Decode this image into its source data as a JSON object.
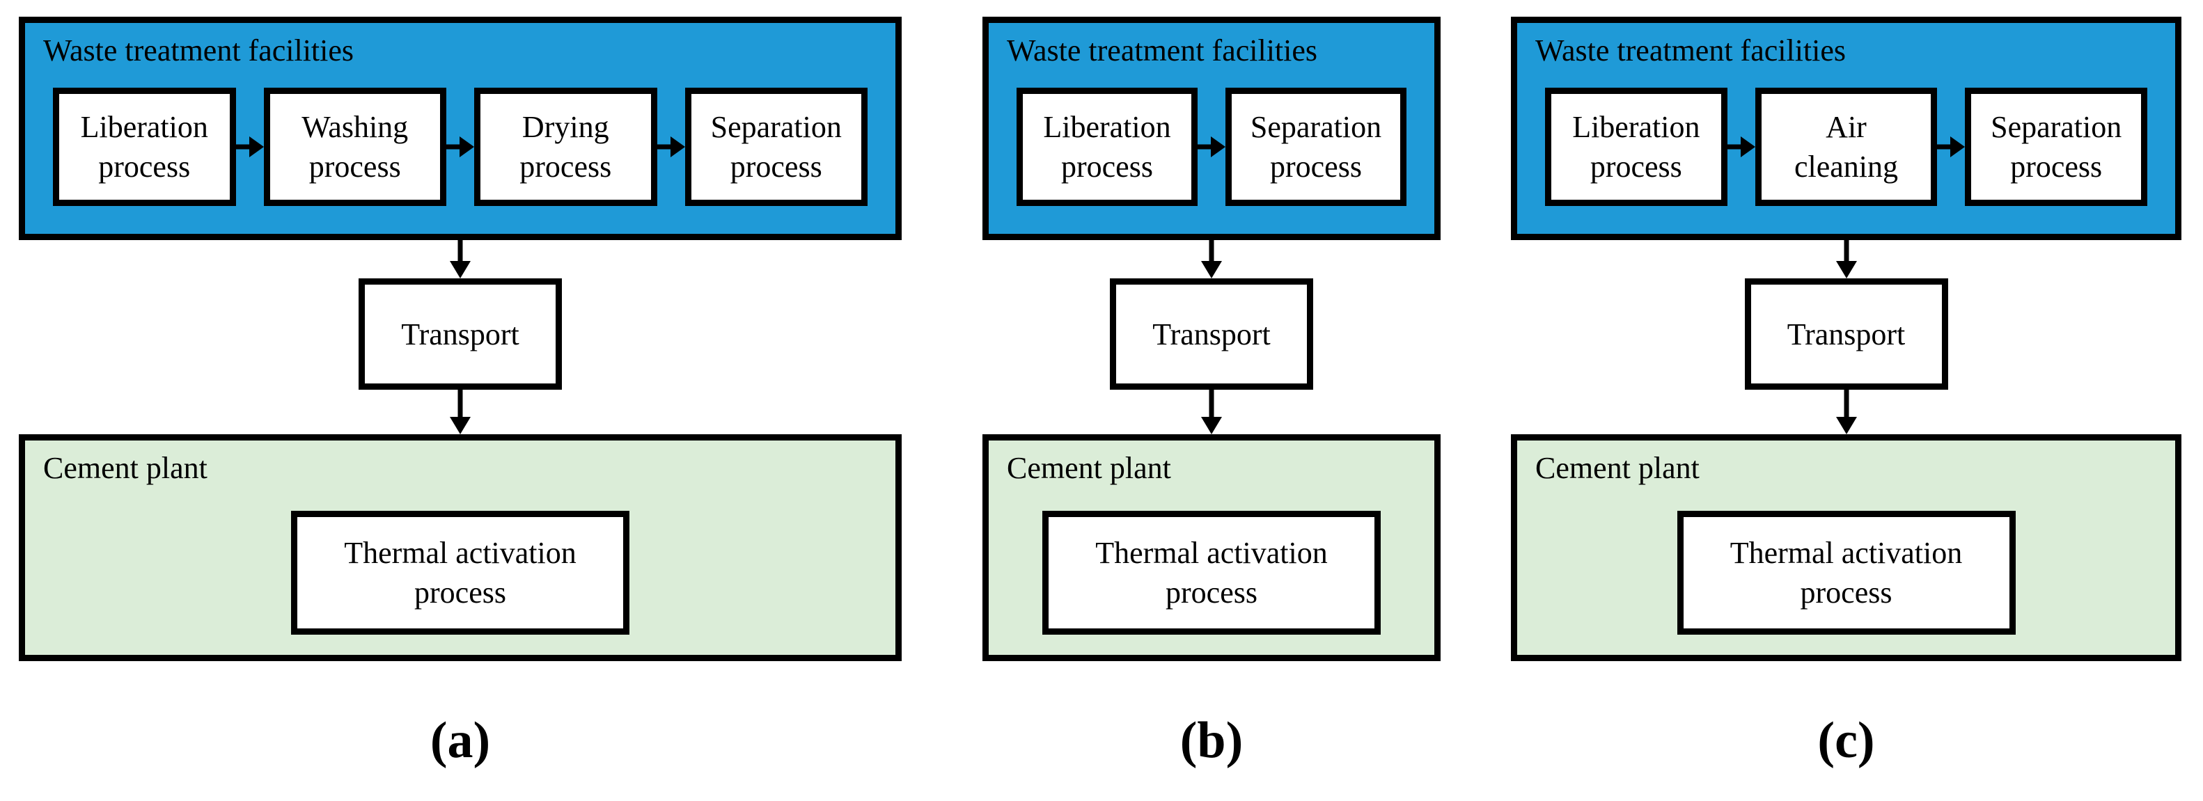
{
  "colors": {
    "facility_fill": "#1F9AD7",
    "plant_fill": "#DBEDD8",
    "node_fill": "#FFFFFF",
    "border": "#000000",
    "text": "#000000"
  },
  "panels": [
    {
      "caption": "(a)",
      "facility": {
        "title": "Waste treatment facilities",
        "processes": [
          "Liberation\nprocess",
          "Washing\nprocess",
          "Drying\nprocess",
          "Separation\nprocess"
        ]
      },
      "transport_label": "Transport",
      "plant": {
        "title": "Cement plant",
        "process": "Thermal activation\nprocess"
      }
    },
    {
      "caption": "(b)",
      "facility": {
        "title": "Waste treatment facilities",
        "processes": [
          "Liberation\nprocess",
          "Separation\nprocess"
        ]
      },
      "transport_label": "Transport",
      "plant": {
        "title": "Cement plant",
        "process": "Thermal activation\nprocess"
      }
    },
    {
      "caption": "(c)",
      "facility": {
        "title": "Waste treatment facilities",
        "processes": [
          "Liberation\nprocess",
          "Air\ncleaning",
          "Separation\nprocess"
        ]
      },
      "transport_label": "Transport",
      "plant": {
        "title": "Cement plant",
        "process": "Thermal activation\nprocess"
      }
    }
  ]
}
